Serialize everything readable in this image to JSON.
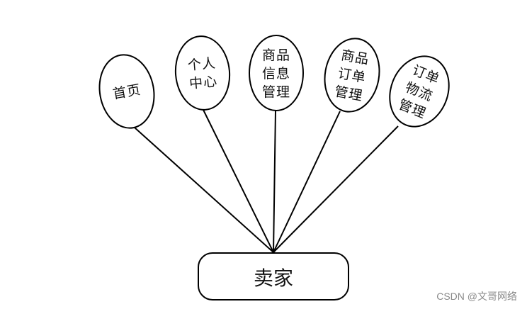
{
  "root": {
    "label": "卖家"
  },
  "modules": [
    {
      "id": "home",
      "lines": [
        "首页"
      ]
    },
    {
      "id": "profile",
      "lines": [
        "个人",
        "中心"
      ]
    },
    {
      "id": "product",
      "lines": [
        "商品",
        "信息",
        "管理"
      ]
    },
    {
      "id": "order",
      "lines": [
        "商品",
        "订单",
        "管理"
      ]
    },
    {
      "id": "logistics",
      "lines": [
        "订单",
        "物流",
        "管理"
      ]
    }
  ],
  "watermark": "CSDN @文哥网络"
}
